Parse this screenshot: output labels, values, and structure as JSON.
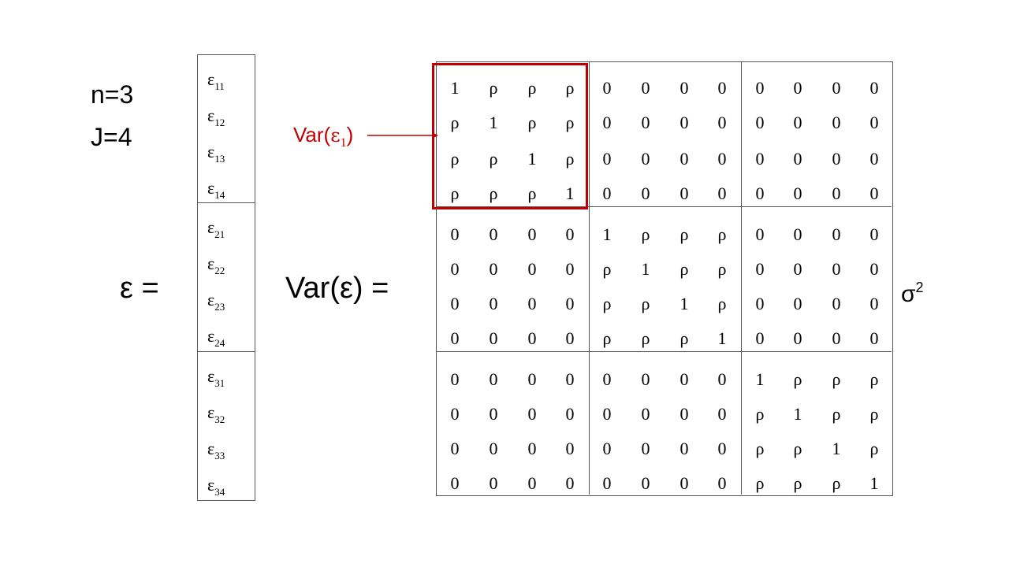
{
  "params": {
    "n": "n=3",
    "J": "J=4"
  },
  "eps_label": "ε =",
  "var_label": "Var(ε) =",
  "sigma": {
    "base": "σ",
    "exp": "2"
  },
  "callout": {
    "prefix": "Var(",
    "eps": "ε",
    "sub": "1",
    "suffix": ")"
  },
  "epsilon_vector": [
    [
      {
        "base": "ε",
        "sub": "11"
      },
      {
        "base": "ε",
        "sub": "12"
      },
      {
        "base": "ε",
        "sub": "13"
      },
      {
        "base": "ε",
        "sub": "14"
      }
    ],
    [
      {
        "base": "ε",
        "sub": "21"
      },
      {
        "base": "ε",
        "sub": "22"
      },
      {
        "base": "ε",
        "sub": "23"
      },
      {
        "base": "ε",
        "sub": "24"
      }
    ],
    [
      {
        "base": "ε",
        "sub": "31"
      },
      {
        "base": "ε",
        "sub": "32"
      },
      {
        "base": "ε",
        "sub": "33"
      },
      {
        "base": "ε",
        "sub": "34"
      }
    ]
  ],
  "matrix": {
    "rows": [
      [
        "1",
        "ρ",
        "ρ",
        "ρ",
        "0",
        "0",
        "0",
        "0",
        "0",
        "0",
        "0",
        "0"
      ],
      [
        "ρ",
        "1",
        "ρ",
        "ρ",
        "0",
        "0",
        "0",
        "0",
        "0",
        "0",
        "0",
        "0"
      ],
      [
        "ρ",
        "ρ",
        "1",
        "ρ",
        "0",
        "0",
        "0",
        "0",
        "0",
        "0",
        "0",
        "0"
      ],
      [
        "ρ",
        "ρ",
        "ρ",
        "1",
        "0",
        "0",
        "0",
        "0",
        "0",
        "0",
        "0",
        "0"
      ],
      [
        "0",
        "0",
        "0",
        "0",
        "1",
        "ρ",
        "ρ",
        "ρ",
        "0",
        "0",
        "0",
        "0"
      ],
      [
        "0",
        "0",
        "0",
        "0",
        "ρ",
        "1",
        "ρ",
        "ρ",
        "0",
        "0",
        "0",
        "0"
      ],
      [
        "0",
        "0",
        "0",
        "0",
        "ρ",
        "ρ",
        "1",
        "ρ",
        "0",
        "0",
        "0",
        "0"
      ],
      [
        "0",
        "0",
        "0",
        "0",
        "ρ",
        "ρ",
        "ρ",
        "1",
        "0",
        "0",
        "0",
        "0"
      ],
      [
        "0",
        "0",
        "0",
        "0",
        "0",
        "0",
        "0",
        "0",
        "1",
        "ρ",
        "ρ",
        "ρ"
      ],
      [
        "0",
        "0",
        "0",
        "0",
        "0",
        "0",
        "0",
        "0",
        "ρ",
        "1",
        "ρ",
        "ρ"
      ],
      [
        "0",
        "0",
        "0",
        "0",
        "0",
        "0",
        "0",
        "0",
        "ρ",
        "ρ",
        "1",
        "ρ"
      ],
      [
        "0",
        "0",
        "0",
        "0",
        "0",
        "0",
        "0",
        "0",
        "ρ",
        "ρ",
        "ρ",
        "1"
      ]
    ]
  },
  "colors": {
    "highlight": "#c00000",
    "text": "#000000",
    "grid": "#555555"
  }
}
